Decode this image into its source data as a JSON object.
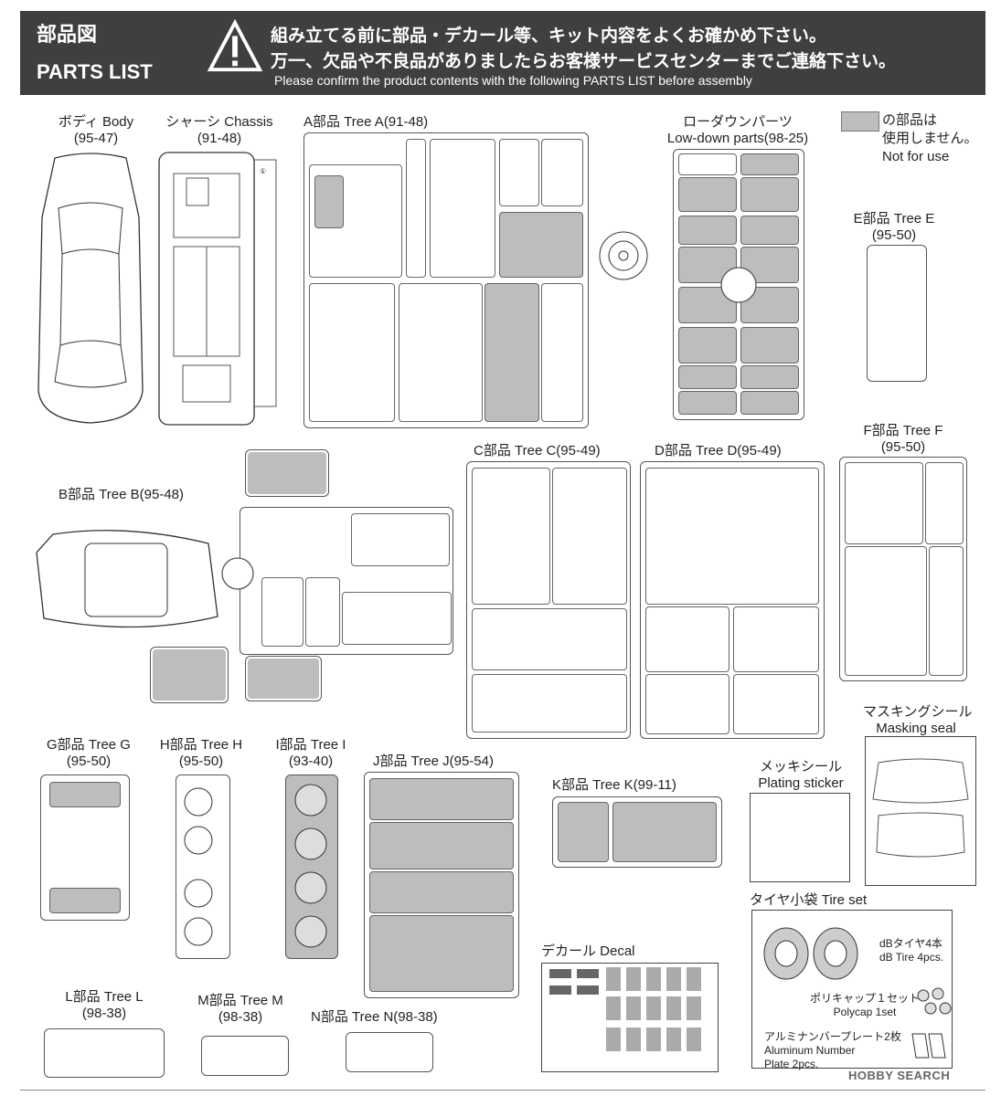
{
  "header": {
    "title_jp": "部品図",
    "title_en": "PARTS LIST",
    "warning_jp_1": "組み立てる前に部品・デカール等、キット内容をよくお確かめ下さい。",
    "warning_jp_2": "万一、欠品や不良品がありましたらお客様サービスセンターまでご連絡下さい。",
    "warning_en": "Please confirm the product contents with the following PARTS LIST before assembly"
  },
  "legend": {
    "line1": "の部品は",
    "line2": "使用しません。",
    "line3": "Not for use"
  },
  "sections": {
    "body": {
      "name": "ボディ Body",
      "code": "(95-47)"
    },
    "chassis": {
      "name": "シャーシ Chassis",
      "code": "(91-48)"
    },
    "tree_a": {
      "name": "A部品 Tree A",
      "code": "(91-48)"
    },
    "lowdown": {
      "name": "ローダウンパーツ",
      "name2": "Low-down parts",
      "code": "(98-25)"
    },
    "tree_e": {
      "name": "E部品 Tree E",
      "code": "(95-50)"
    },
    "tree_b": {
      "name": "B部品 Tree B",
      "code": "(95-48)"
    },
    "tree_c": {
      "name": "C部品 Tree C",
      "code": "(95-49)"
    },
    "tree_d": {
      "name": "D部品 Tree D",
      "code": "(95-49)"
    },
    "tree_f": {
      "name": "F部品 Tree F",
      "code": "(95-50)"
    },
    "tree_g": {
      "name": "G部品 Tree G",
      "code": "(95-50)"
    },
    "tree_h": {
      "name": "H部品 Tree H",
      "code": "(95-50)"
    },
    "tree_i": {
      "name": "I部品 Tree I",
      "code": "(93-40)"
    },
    "tree_j": {
      "name": "J部品 Tree J",
      "code": "(95-54)"
    },
    "tree_k": {
      "name": "K部品 Tree K",
      "code": "(99-11)"
    },
    "tree_l": {
      "name": "L部品 Tree L",
      "code": "(98-38)"
    },
    "tree_m": {
      "name": "M部品 Tree M",
      "code": "(98-38)"
    },
    "tree_n": {
      "name": "N部品 Tree N",
      "code": "(98-38)"
    },
    "masking": {
      "name": "マスキングシール",
      "name2": "Masking seal"
    },
    "plating": {
      "name": "メッキシール",
      "name2": "Plating sticker"
    },
    "decal": {
      "name": "デカール Decal"
    },
    "tire_set": {
      "name": "タイヤ小袋 Tire set"
    }
  },
  "tire_set": {
    "tire_jp": "dBタイヤ4本",
    "tire_en": "dB Tire 4pcs.",
    "polycap_jp": "ポリキャップ１セット",
    "polycap_en": "Polycap 1set",
    "plate_jp": "アルミナンバープレート2枚",
    "plate_en1": "Aluminum Number",
    "plate_en2": "Plate 2pcs."
  },
  "watermark": "HOBBY SEARCH",
  "colors": {
    "header_bg": "#3f3f3f",
    "not_for_use": "#bdbdbd"
  }
}
